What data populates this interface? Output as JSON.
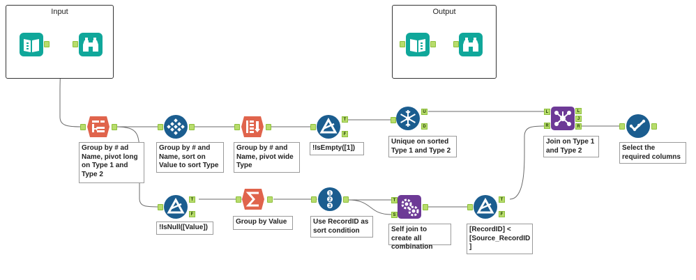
{
  "containers": {
    "input": {
      "title": "Input"
    },
    "output": {
      "title": "Output"
    }
  },
  "tools": {
    "input_data": {
      "icon": "input-data-icon"
    },
    "browse_input": {
      "icon": "browse-icon"
    },
    "output_data": {
      "icon": "output-data-icon"
    },
    "browse_output": {
      "icon": "browse-icon"
    },
    "crosstab_long": {
      "icon": "transpose-icon",
      "annotation": "Group by # ad Name, pivot long on Type 1 and Type 2"
    },
    "multirow_sort": {
      "icon": "multi-row-formula-icon",
      "annotation": "Group by # and Name, sort on Value to sort Type"
    },
    "crosstab_wide": {
      "icon": "cross-tab-icon",
      "annotation": "Group by # and Name, pivot wide Type"
    },
    "filter_empty": {
      "icon": "filter-icon",
      "annotation": "!IsEmpty([1])",
      "ports": [
        "T",
        "F"
      ]
    },
    "unique": {
      "icon": "unique-icon",
      "annotation": "Unique on sorted Type 1 and Type 2",
      "ports": [
        "U",
        "D"
      ]
    },
    "join": {
      "icon": "join-icon",
      "annotation": "Join on Type 1 and Type 2",
      "ports": [
        "L",
        "R",
        "L",
        "J",
        "R"
      ]
    },
    "select": {
      "icon": "select-icon",
      "annotation": "Select the required columns"
    },
    "filter_null": {
      "icon": "filter-icon",
      "annotation": "!IsNull([Value])",
      "ports": [
        "T",
        "F"
      ]
    },
    "summarize": {
      "icon": "summarize-icon",
      "annotation": "Group by Value"
    },
    "record_id": {
      "icon": "record-id-icon",
      "annotation": "Use RecordID as sort condition"
    },
    "append_fields": {
      "icon": "append-fields-icon",
      "annotation": "Self join to create all combination",
      "ports": [
        "T",
        "S"
      ]
    },
    "filter_record": {
      "icon": "filter-icon",
      "annotation": "[RecordID] < [Source_RecordID ]",
      "ports": [
        "T",
        "F"
      ]
    }
  },
  "colors": {
    "teal": "#10a79a",
    "orange": "#e0644c",
    "blue": "#1b5d8f",
    "purple": "#6d3a96",
    "port": "#b8dc6c",
    "wire": "#6a6a6a"
  }
}
